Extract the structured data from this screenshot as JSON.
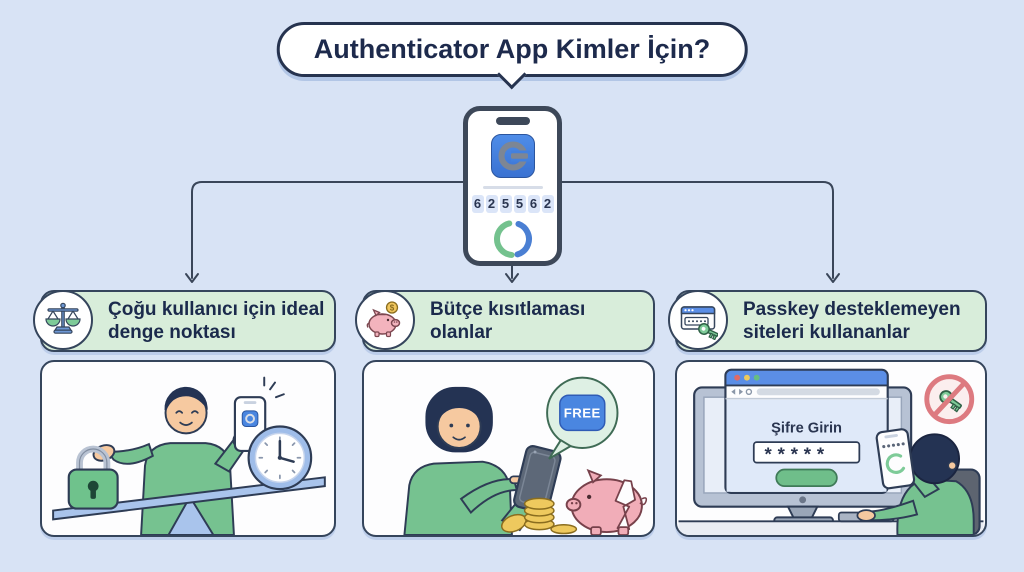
{
  "colors": {
    "background": "#d8e3f5",
    "outline": "#35455c",
    "header_green": "#d8edda",
    "navy_text": "#1d2a4c",
    "accent_blue": "#4a86e0",
    "accent_green": "#6fbe8a",
    "progress_blue": "#4a7fd3",
    "progress_green": "#74c28e"
  },
  "title": "Authenticator App Kimler İçin?",
  "phone": {
    "code_digits": [
      "6",
      "2",
      "5",
      "5",
      "6",
      "2"
    ]
  },
  "panels": [
    {
      "title": "Çoğu kullanıcı için ideal denge noktası",
      "icon": "balance-scale-icon"
    },
    {
      "title": "Bütçe kısıtlaması olanlar",
      "icon": "piggy-bank-icon",
      "bubble_label": "FREE"
    },
    {
      "title": "Passkey desteklemeyen siteleri kullananlar",
      "icon": "browser-password-key-icon",
      "screen": {
        "heading": "Şifre Girin",
        "password_mask": "*****"
      }
    }
  ]
}
